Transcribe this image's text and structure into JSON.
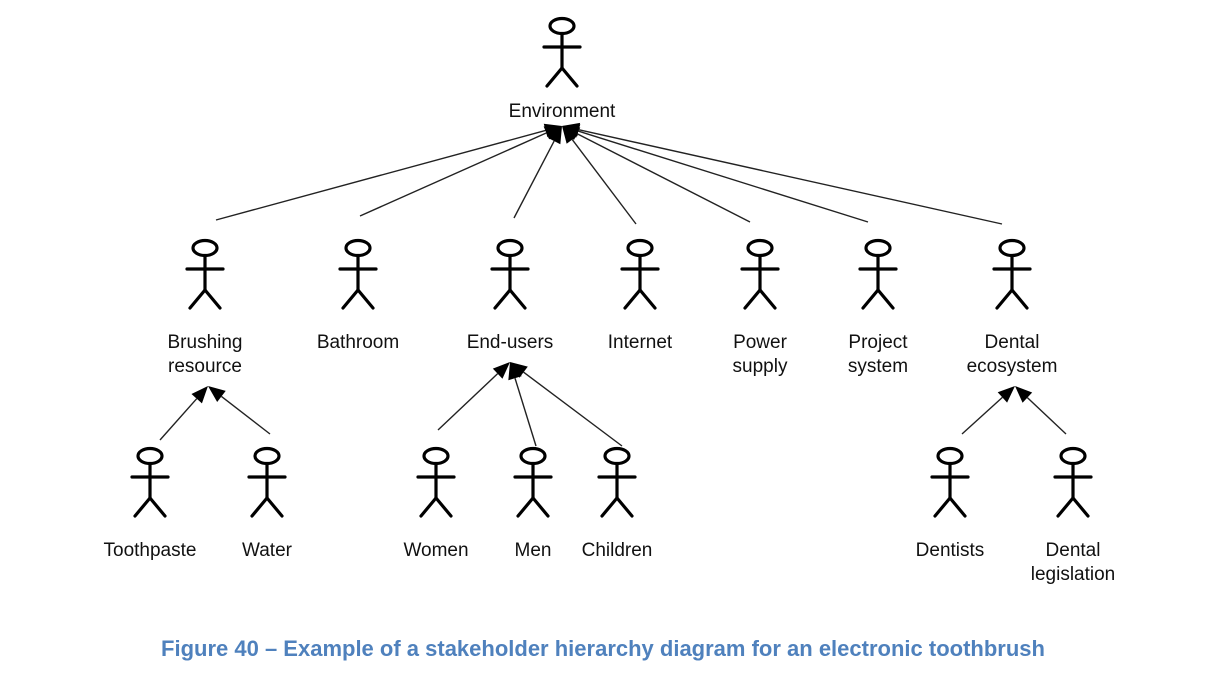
{
  "figure": {
    "caption": "Figure 40 – Example of a stakeholder hierarchy diagram for an electronic toothbrush",
    "caption_color": "#4f81bd"
  },
  "diagram": {
    "type": "stakeholder-hierarchy",
    "actors": [
      {
        "id": "environment",
        "label": [
          "Environment"
        ]
      },
      {
        "id": "brushing-resource",
        "label": [
          "Brushing",
          "resource"
        ]
      },
      {
        "id": "bathroom",
        "label": [
          "Bathroom"
        ]
      },
      {
        "id": "end-users",
        "label": [
          "End-users"
        ]
      },
      {
        "id": "internet",
        "label": [
          "Internet"
        ]
      },
      {
        "id": "power-supply",
        "label": [
          "Power",
          "supply"
        ]
      },
      {
        "id": "project-system",
        "label": [
          "Project",
          "system"
        ]
      },
      {
        "id": "dental-ecosystem",
        "label": [
          "Dental",
          "ecosystem"
        ]
      },
      {
        "id": "toothpaste",
        "label": [
          "Toothpaste"
        ]
      },
      {
        "id": "water",
        "label": [
          "Water"
        ]
      },
      {
        "id": "women",
        "label": [
          "Women"
        ]
      },
      {
        "id": "men",
        "label": [
          "Men"
        ]
      },
      {
        "id": "children",
        "label": [
          "Children"
        ]
      },
      {
        "id": "dentists",
        "label": [
          "Dentists"
        ]
      },
      {
        "id": "dental-legislation",
        "label": [
          "Dental",
          "legislation"
        ]
      }
    ],
    "relations": [
      {
        "from": "brushing-resource",
        "to": "environment"
      },
      {
        "from": "bathroom",
        "to": "environment"
      },
      {
        "from": "end-users",
        "to": "environment"
      },
      {
        "from": "internet",
        "to": "environment"
      },
      {
        "from": "power-supply",
        "to": "environment"
      },
      {
        "from": "project-system",
        "to": "environment"
      },
      {
        "from": "dental-ecosystem",
        "to": "environment"
      },
      {
        "from": "toothpaste",
        "to": "brushing-resource"
      },
      {
        "from": "water",
        "to": "brushing-resource"
      },
      {
        "from": "women",
        "to": "end-users"
      },
      {
        "from": "men",
        "to": "end-users"
      },
      {
        "from": "children",
        "to": "end-users"
      },
      {
        "from": "dentists",
        "to": "dental-ecosystem"
      },
      {
        "from": "dental-legislation",
        "to": "dental-ecosystem"
      }
    ]
  }
}
